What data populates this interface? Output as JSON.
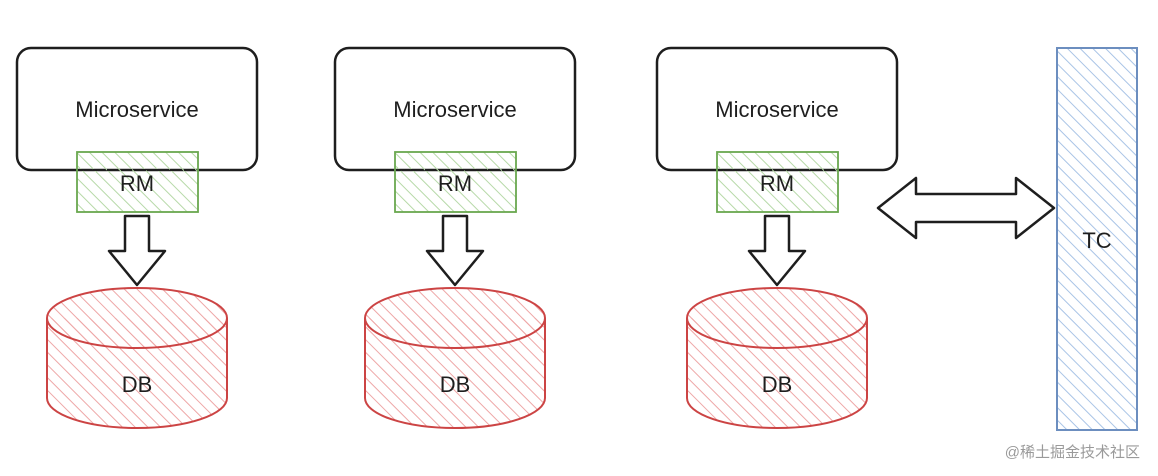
{
  "columns": [
    {
      "service_label": "Microservice",
      "rm_label": "RM",
      "db_label": "DB"
    },
    {
      "service_label": "Microservice",
      "rm_label": "RM",
      "db_label": "DB"
    },
    {
      "service_label": "Microservice",
      "rm_label": "RM",
      "db_label": "DB"
    }
  ],
  "tc": {
    "label": "TC"
  },
  "watermark": "@稀土掘金技术社区",
  "colors": {
    "stroke": "#1e1e1e",
    "rm_stroke": "#6aa84f",
    "rm_hatch": "#b7d9a8",
    "db_stroke": "#cc4444",
    "db_hatch": "#eea7a7",
    "tc_stroke": "#6c8ebf",
    "tc_hatch": "#a9c4e6"
  }
}
